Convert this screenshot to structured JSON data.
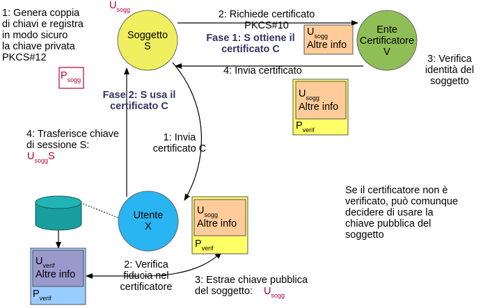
{
  "nodes": {
    "soggetto": {
      "label": "Soggetto\nS"
    },
    "ente": {
      "label": "Ente\nCertificatore\nV"
    },
    "utente": {
      "label": "Utente\nX"
    }
  },
  "phases": {
    "fase1": "Fase 1: S ottiene il\ncertificato C",
    "fase2": "Fase 2: S usa il\ncertificato C"
  },
  "steps": {
    "genera": "1: Genera coppia\ndi chiavi e registra\nin modo sicuro\nla chiave privata\nPKCS#12",
    "richiede": "2: Richiede certificato\nPKCS#10",
    "verifica_identita": "3: Verifica\nidentità del\nsoggetto",
    "invia_cert": "4: Invia certificato",
    "trasferisce": "4: Trasferisce chiave\ndi sessione S:",
    "invia_c": "1: Invia\ncertificato C",
    "verifica_fiducia": "2: Verifica\nfiducia nel\ncertificatore",
    "estrae": "3: Estrae chiave pubblica\ndel soggetto:"
  },
  "note": "Se il certificatore non è\nverificato, può comunque\ndecidere di usare la\nchiave pubblica del\nsoggetto",
  "keys": {
    "U": "U",
    "P": "P",
    "sogg": "sogg",
    "verif": "verif",
    "S": "S"
  },
  "cert": {
    "altre_info": "Altre info"
  },
  "colors": {
    "soggetto_fill": "#f0ef5f",
    "ente_fill": "#8fbe57",
    "utente_fill": "#29b5f2",
    "cert_top": "#ffcc99",
    "cert_bottom": "#ffff66",
    "verif_top": "#9999cc",
    "verif_bottom": "#99ccff",
    "db_fill": "#1a9d9f",
    "accent_red": "#b5003a",
    "phase_text": "#333366"
  }
}
